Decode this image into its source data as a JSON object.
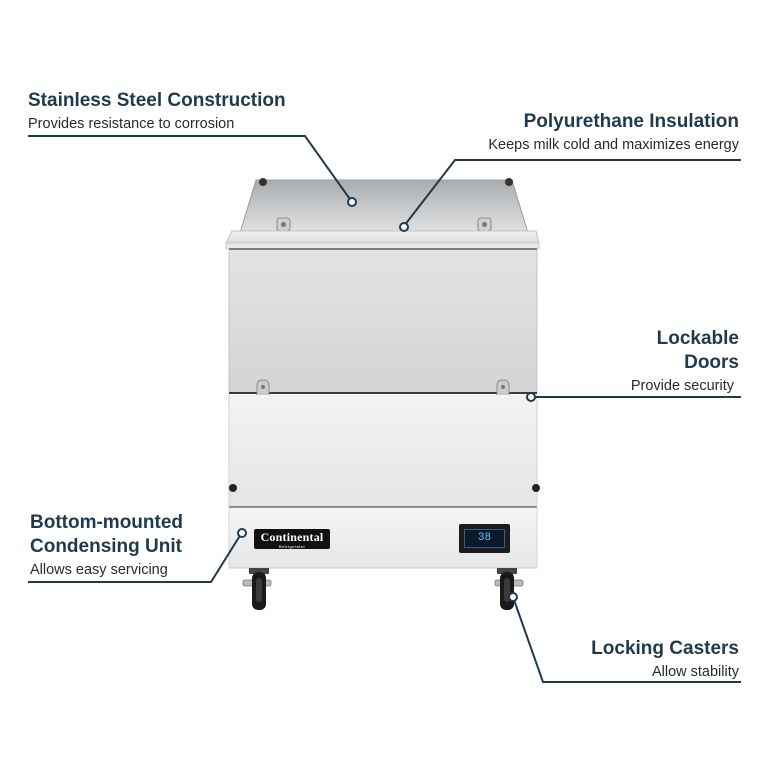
{
  "callouts": {
    "stainless": {
      "title": "Stainless Steel Construction",
      "sub": "Provides resistance to corrosion"
    },
    "insulation": {
      "title": "Polyurethane Insulation",
      "sub": "Keeps milk cold and maximizes energy"
    },
    "lockable": {
      "title_line1": "Lockable",
      "title_line2": "Doors",
      "sub": "Provide security"
    },
    "condensing": {
      "title_line1": "Bottom-mounted",
      "title_line2": "Condensing Unit",
      "sub": "Allows easy servicing"
    },
    "casters": {
      "title": "Locking Casters",
      "sub": "Allow stability"
    }
  },
  "product": {
    "brand": "Continental",
    "brand_tag": "Refrigerator",
    "display_temp": "38"
  },
  "colors": {
    "text": "#1f3a4d",
    "leader_line": "#1f3a4d",
    "steel": "#d9dadb"
  }
}
